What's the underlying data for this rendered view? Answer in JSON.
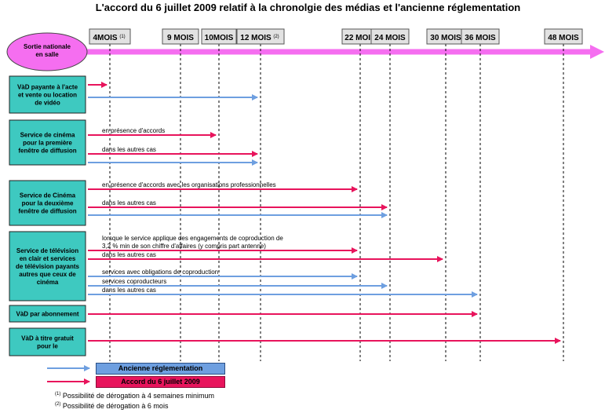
{
  "title": "L'accord du 6 juillet 2009 relatif à la chronolgie des médias et l'ancienne réglementation",
  "origin": {
    "label": "Sortie nationale en salle",
    "fill": "#f56ef0"
  },
  "colors": {
    "new": "#e8145c",
    "old": "#6e9fe0",
    "box_fill": "#3ec9c0",
    "month_fill": "#e2e2e2"
  },
  "months": [
    {
      "label": "4MOIS",
      "value": 4,
      "note": "(1)"
    },
    {
      "label": "9 MOIS",
      "value": 9,
      "note": ""
    },
    {
      "label": "10MOIS",
      "value": 10,
      "note": ""
    },
    {
      "label": "12 MOIS",
      "value": 12,
      "note": "(2)"
    },
    {
      "label": "22 MOIS",
      "value": 22,
      "note": ""
    },
    {
      "label": "24 MOIS",
      "value": 24,
      "note": ""
    },
    {
      "label": "30 MOIS",
      "value": 30,
      "note": ""
    },
    {
      "label": "36 MOIS",
      "value": 36,
      "note": ""
    },
    {
      "label": "48 MOIS",
      "value": 48,
      "note": ""
    }
  ],
  "categories": [
    {
      "id": "vad",
      "lines": [
        "VàD payante à l'acte",
        "et vente ou location",
        "de vidéo"
      ],
      "arrows": [
        {
          "kind": "new",
          "end": 4,
          "label": ""
        },
        {
          "kind": "old",
          "end": 12,
          "label": ""
        }
      ]
    },
    {
      "id": "premiere",
      "lines": [
        "Service de cinéma",
        "pour la première",
        "fenêtre de diffusion"
      ],
      "arrows": [
        {
          "kind": "new",
          "end": 10,
          "label": "en présence d'accords"
        },
        {
          "kind": "new",
          "end": 12,
          "label": "dans les autres cas"
        },
        {
          "kind": "old",
          "end": 12,
          "label": ""
        }
      ]
    },
    {
      "id": "deuxieme",
      "lines": [
        "Service de Cinéma",
        "pour la deuxième",
        "fenêtre de diffusion"
      ],
      "arrows": [
        {
          "kind": "new",
          "end": 22,
          "label": "en présence d'accords avec les organisations professionnelles"
        },
        {
          "kind": "new",
          "end": 24,
          "label": "dans les autres cas"
        },
        {
          "kind": "old",
          "end": 24,
          "label": ""
        }
      ]
    },
    {
      "id": "television",
      "lines": [
        "Service de télévision",
        "en clair et services",
        "de télévision payants",
        "autres que ceux de",
        "cinéma"
      ],
      "arrows": [
        {
          "kind": "new",
          "end": 22,
          "label": "lorsque le service applique des engagements de coproduction de 3,2 % min de son chiffre d'affaires (y compris part antenne)"
        },
        {
          "kind": "new",
          "end": 30,
          "label": "dans les autres cas"
        },
        {
          "kind": "old",
          "end": 22,
          "label": "services avec obligations de coproduction"
        },
        {
          "kind": "old",
          "end": 24,
          "label": "services coproducteurs"
        },
        {
          "kind": "old",
          "end": 36,
          "label": "dans les autres cas"
        }
      ]
    },
    {
      "id": "abonnement",
      "lines": [
        "VàD par abonnement"
      ],
      "arrows": [
        {
          "kind": "new",
          "end": 36,
          "label": ""
        }
      ]
    },
    {
      "id": "gratuit",
      "lines": [
        "VàD à titre gratuit",
        "pour le"
      ],
      "arrows": [
        {
          "kind": "new",
          "end": 48,
          "label": ""
        }
      ]
    }
  ],
  "legend": {
    "old_label": "Ancienne réglementation",
    "new_label": "Accord du 6 juillet 2009"
  },
  "footnotes": [
    {
      "mark": "(1)",
      "text": "Possibilité de dérogation à 4 semaines minimum"
    },
    {
      "mark": "(2)",
      "text": "Possibilité de dérogation à 6 mois"
    }
  ]
}
